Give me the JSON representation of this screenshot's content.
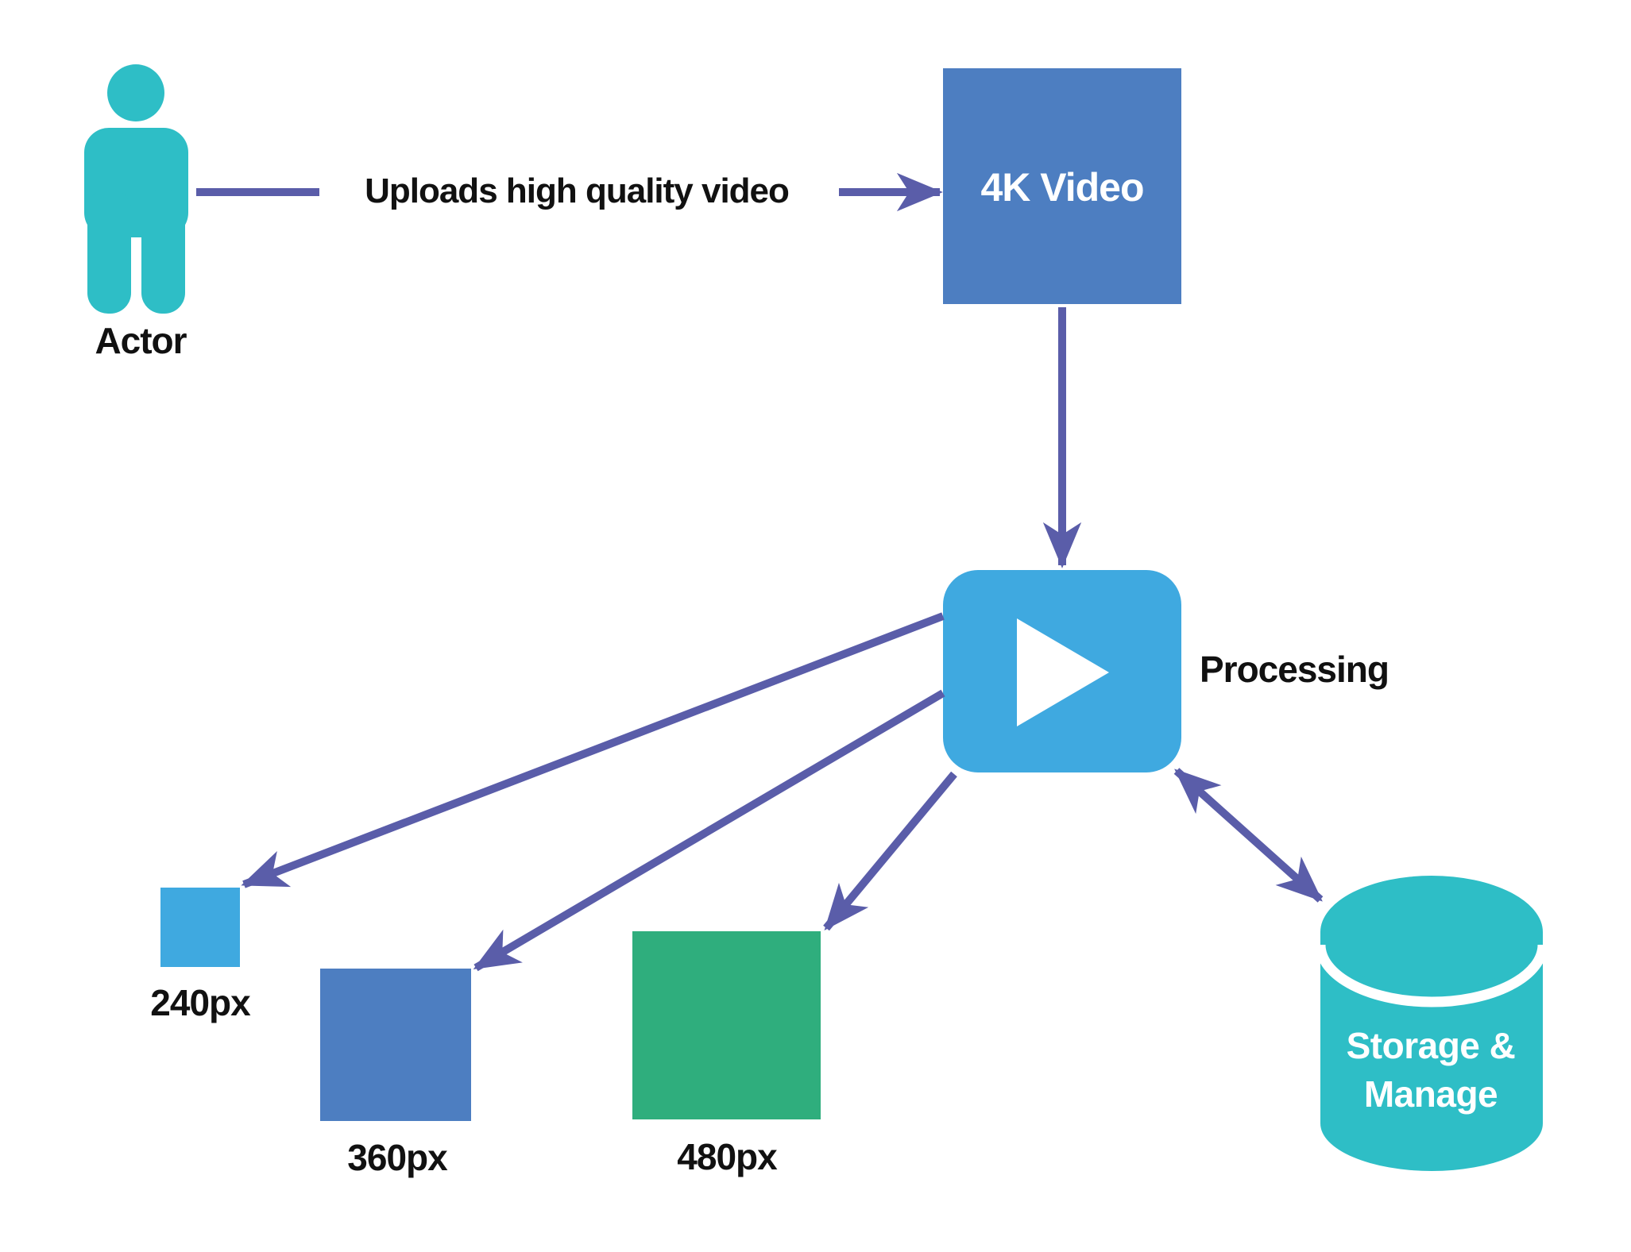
{
  "diagram": {
    "actor": {
      "label": "Actor"
    },
    "edges": {
      "upload": {
        "label": "Uploads high quality video",
        "from": "Actor",
        "to": "4K Video",
        "direction": "one-way"
      },
      "video_to_processing": {
        "from": "4K Video",
        "to": "Processing",
        "direction": "one-way"
      },
      "processing_to_240": {
        "from": "Processing",
        "to": "240px",
        "direction": "one-way"
      },
      "processing_to_360": {
        "from": "Processing",
        "to": "360px",
        "direction": "one-way"
      },
      "processing_to_480": {
        "from": "Processing",
        "to": "480px",
        "direction": "one-way"
      },
      "processing_storage": {
        "from": "Processing",
        "to": "Storage & Manage",
        "direction": "two-way"
      }
    },
    "nodes": {
      "video_4k": {
        "label": "4K Video"
      },
      "processing": {
        "label": "Processing"
      },
      "output_240": {
        "label": "240px"
      },
      "output_360": {
        "label": "360px"
      },
      "output_480": {
        "label": "480px"
      },
      "storage": {
        "label_line1": "Storage &",
        "label_line2": "Manage"
      }
    }
  },
  "colors": {
    "teal": "#2ebec6",
    "midblue": "#4d7ec1",
    "lightblue": "#3fa9e0",
    "green": "#2fae7d",
    "purple": "#5a5da9",
    "ink": "#111111"
  }
}
